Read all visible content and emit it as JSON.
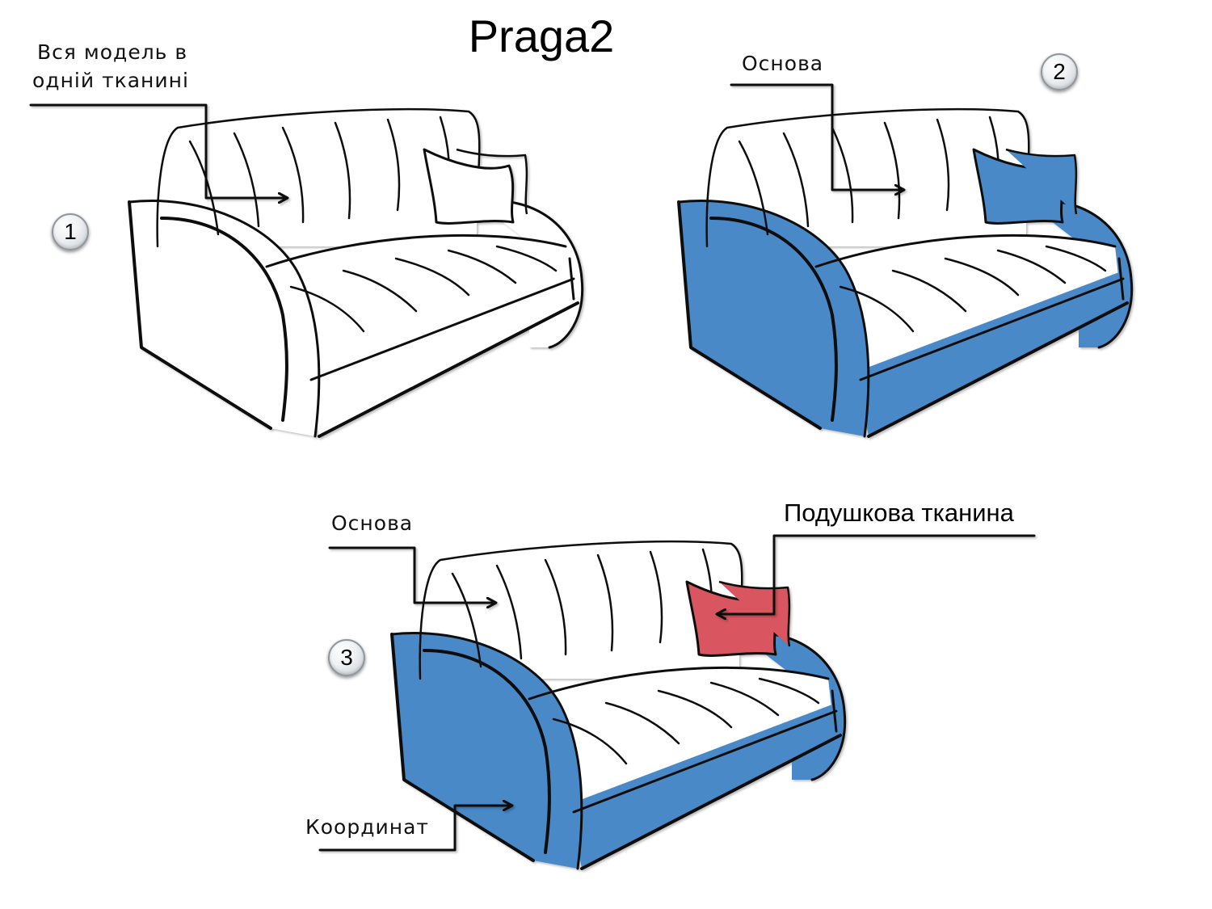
{
  "title": "Praga2",
  "colors": {
    "base_fabric": "#4a89c8",
    "pillow_fabric": "#d9545e",
    "outline": "#111111"
  },
  "variants": [
    {
      "number": "1",
      "labels": [
        {
          "line1": "Вся модель в",
          "line2": "одній тканині"
        }
      ]
    },
    {
      "number": "2",
      "labels": [
        {
          "text": "Основа"
        }
      ]
    },
    {
      "number": "3",
      "labels": [
        {
          "text": "Основа"
        },
        {
          "text": "Подушкова тканина"
        },
        {
          "text": "Координат"
        }
      ]
    }
  ]
}
